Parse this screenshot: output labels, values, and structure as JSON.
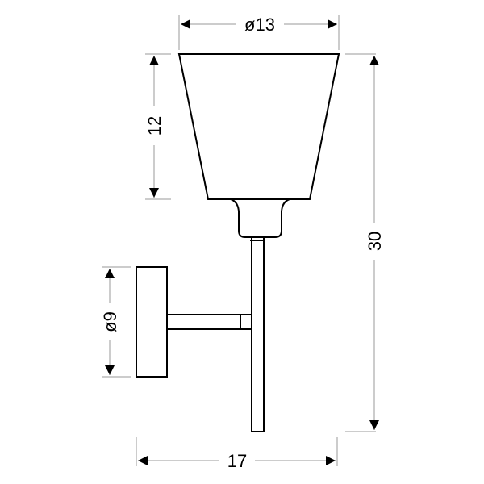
{
  "drawing": {
    "title": "Wall lamp technical drawing",
    "units": "cm",
    "colors": {
      "outline": "#000000",
      "dimension_line": "#999999",
      "arrow": "#000000",
      "background": "#ffffff"
    }
  },
  "dimensions": {
    "shade_diameter": {
      "label": "ø13",
      "value": 13
    },
    "shade_height": {
      "label": "12",
      "value": 12
    },
    "total_height": {
      "label": "30",
      "value": 30
    },
    "base_diameter": {
      "label": "ø9",
      "value": 9
    },
    "total_depth": {
      "label": "17",
      "value": 17
    }
  }
}
